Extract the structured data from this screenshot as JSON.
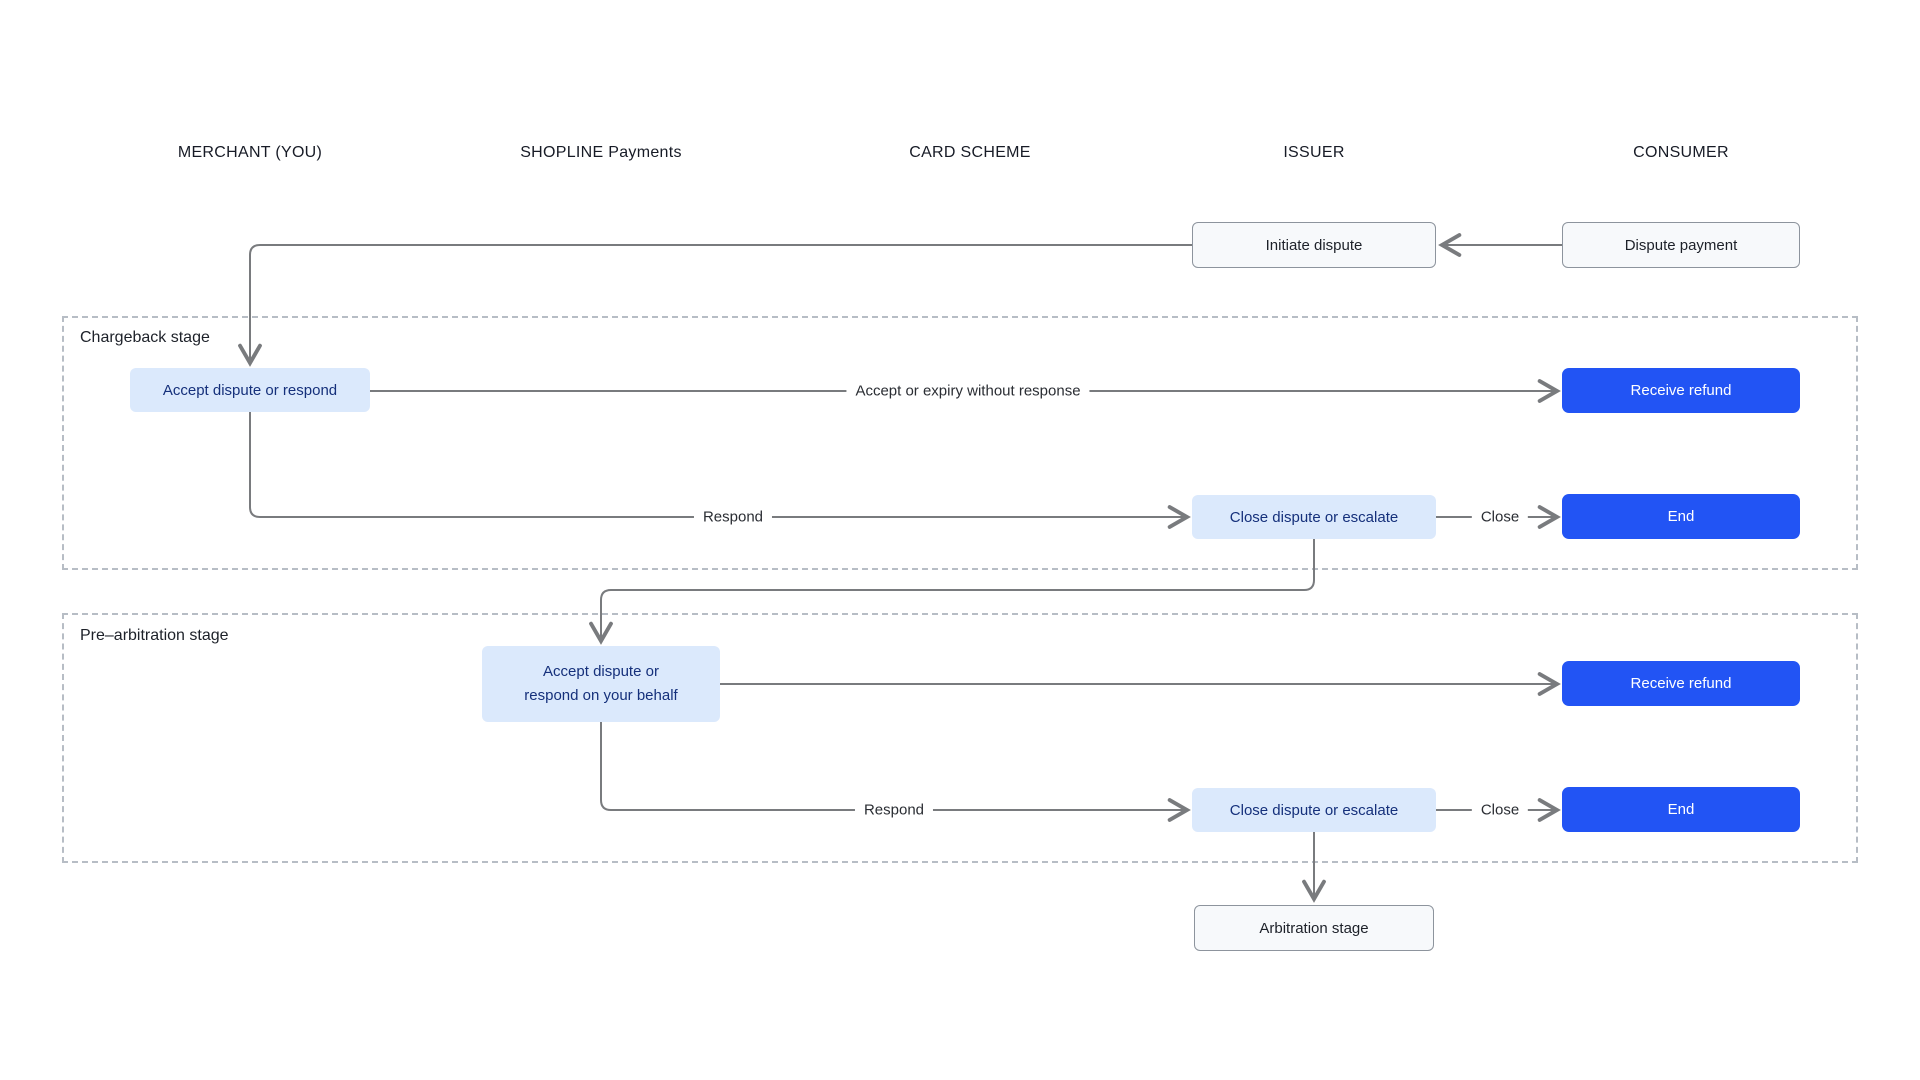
{
  "columns": [
    {
      "label": "MERCHANT (YOU)"
    },
    {
      "label": "SHOPLINE Payments"
    },
    {
      "label": "CARD SCHEME"
    },
    {
      "label": "ISSUER"
    },
    {
      "label": "CONSUMER"
    }
  ],
  "stages": {
    "chargeback": {
      "label": "Chargeback stage"
    },
    "pre_arbitration": {
      "label": "Pre–arbitration stage"
    }
  },
  "nodes": {
    "dispute_payment": {
      "label": "Dispute payment"
    },
    "initiate_dispute": {
      "label": "Initiate dispute"
    },
    "accept_dispute_or_respond": {
      "label": "Accept dispute or respond"
    },
    "receive_refund_chargeback": {
      "label": "Receive refund"
    },
    "close_dispute_or_escalate_chargeback": {
      "label": "Close dispute or escalate"
    },
    "end_chargeback": {
      "label": "End"
    },
    "accept_dispute_or_respond_on_your_behalf": {
      "label": "Accept dispute or respond on your behalf"
    },
    "receive_refund_pre_arbitration": {
      "label": "Receive refund"
    },
    "close_dispute_or_escalate_pre_arbitration": {
      "label": "Close dispute or escalate"
    },
    "end_pre_arbitration": {
      "label": "End"
    },
    "arbitration_stage": {
      "label": "Arbitration stage"
    }
  },
  "edge_labels": {
    "accept_or_expiry": "Accept or expiry without response",
    "respond_chargeback": "Respond",
    "close_chargeback": "Close",
    "respond_pre_arbitration": "Respond",
    "close_pre_arbitration": "Close"
  },
  "colors": {
    "primary_blue": "#2254f4",
    "light_blue_fill": "#dbe9fc",
    "navy_text": "#15307b",
    "connector_gray": "#797b7e",
    "dashed_border": "#b7bdc5"
  }
}
